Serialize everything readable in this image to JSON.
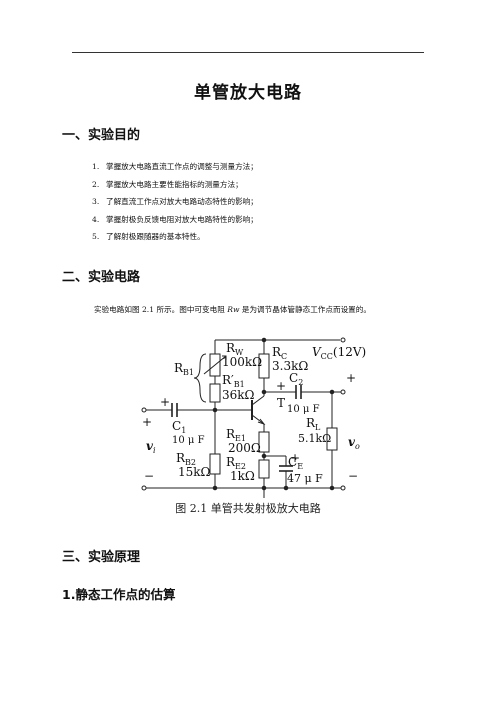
{
  "document": {
    "title": "单管放大电路",
    "section1": {
      "heading": "一、实验目的",
      "items": [
        {
          "num": "1.",
          "text": "掌握放大电路直流工作点的调整与测量方法；"
        },
        {
          "num": "2.",
          "text": "掌握放大电路主要性能指标的测量方法；"
        },
        {
          "num": "3.",
          "text": "了解直流工作点对放大电路动态特性的影响；"
        },
        {
          "num": "4.",
          "text": "掌握射极负反馈电阻对放大电路特性的影响；"
        },
        {
          "num": "5.",
          "text": "了解射极跟随器的基本特性。"
        }
      ]
    },
    "section2": {
      "heading": "二、实验电路",
      "para_before": "实验电路如图 2.1 所示。图中可变电阻 ",
      "para_var": "Rw",
      "para_after": " 是为调节晶体管静态工作点而设置的。",
      "figure": {
        "caption": "图 2.1  单管共发射极放大电路",
        "labels": {
          "rb1": "R",
          "rb1_sub": "B1",
          "rw": "R",
          "rw_sub": "W",
          "rw_val": "100kΩ",
          "rb1p": "R′",
          "rb1p_sub": "B1",
          "rb1p_val": "36kΩ",
          "rc": "R",
          "rc_sub": "C",
          "rc_val": "3.3kΩ",
          "vcc": "V",
          "vcc_sub": "CC",
          "vcc_val": "(12V)",
          "t": "T",
          "c2": "C",
          "c2_sub": "2",
          "c2_val": "10 μ F",
          "rl": "R",
          "rl_sub": "L",
          "rl_val": "5.1kΩ",
          "c1": "C",
          "c1_sub": "1",
          "c1_val": "10 μ F",
          "re1": "R",
          "re1_sub": "E1",
          "re1_val": "200Ω",
          "re2": "R",
          "re2_sub": "E2",
          "re2_val": "1kΩ",
          "rb2": "R",
          "rb2_sub": "B2",
          "rb2_val": "15kΩ",
          "ce": "C",
          "ce_sub": "E",
          "ce_val": "47 μ F",
          "vi": "v",
          "vi_sub": "i",
          "vo": "v",
          "vo_sub": "o",
          "plus": "+",
          "minus": "−"
        }
      }
    },
    "section3": {
      "heading": "三、实验原理",
      "sub1": "1.静态工作点的估算"
    }
  }
}
